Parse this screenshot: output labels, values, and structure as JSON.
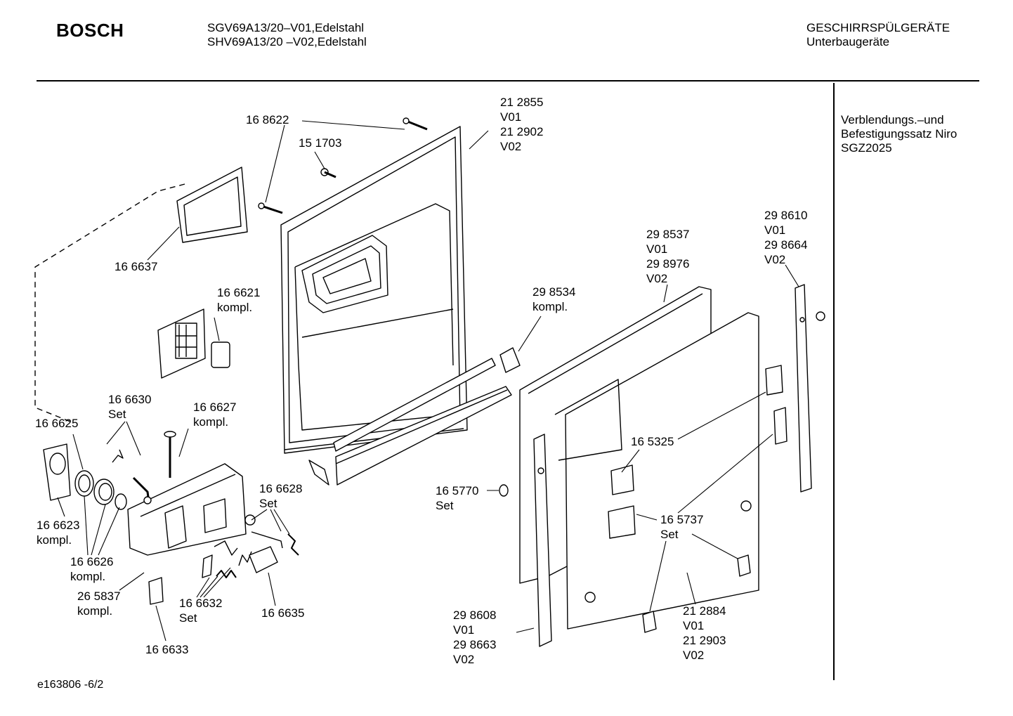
{
  "header": {
    "brand": "BOSCH",
    "models": [
      "SGV69A13/20–V01,Edelstahl",
      "SHV69A13/20 –V02,Edelstahl"
    ],
    "category": [
      "GESCHIRRSPÜLGERÄTE",
      "Unterbaugeräte"
    ]
  },
  "side_note": [
    "Verblendungs.–und",
    "Befestigungssatz Niro",
    "SGZ2025"
  ],
  "footer": {
    "doc_id": "e163806 -6/2"
  },
  "parts": [
    {
      "id": "p168622",
      "lines": [
        "16 8622"
      ]
    },
    {
      "id": "p151703",
      "lines": [
        "15 1703"
      ]
    },
    {
      "id": "p212855",
      "lines": [
        "21 2855",
        "V01",
        "21 2902",
        "V02"
      ]
    },
    {
      "id": "p166637",
      "lines": [
        "16 6637"
      ]
    },
    {
      "id": "p166621",
      "lines": [
        "16 6621",
        "kompl."
      ]
    },
    {
      "id": "p298534",
      "lines": [
        "29 8534",
        "kompl."
      ]
    },
    {
      "id": "p298537",
      "lines": [
        "29 8537",
        "V01",
        "29 8976",
        "V02"
      ]
    },
    {
      "id": "p298610",
      "lines": [
        "29 8610",
        "V01",
        "29 8664",
        "V02"
      ]
    },
    {
      "id": "p166630",
      "lines": [
        "16 6630",
        "Set"
      ]
    },
    {
      "id": "p166627",
      "lines": [
        "16 6627",
        "kompl."
      ]
    },
    {
      "id": "p166625",
      "lines": [
        "16 6625"
      ]
    },
    {
      "id": "p166628",
      "lines": [
        "16 6628",
        "Set"
      ]
    },
    {
      "id": "p165770",
      "lines": [
        "16 5770",
        "Set"
      ]
    },
    {
      "id": "p165325",
      "lines": [
        "16 5325"
      ]
    },
    {
      "id": "p165737",
      "lines": [
        "16 5737",
        "Set"
      ]
    },
    {
      "id": "p166623",
      "lines": [
        "16 6623",
        "kompl."
      ]
    },
    {
      "id": "p166626",
      "lines": [
        "16 6626",
        "kompl."
      ]
    },
    {
      "id": "p265837",
      "lines": [
        "26 5837",
        "kompl."
      ]
    },
    {
      "id": "p166632",
      "lines": [
        "16 6632",
        "Set"
      ]
    },
    {
      "id": "p166635",
      "lines": [
        "16 6635"
      ]
    },
    {
      "id": "p166633",
      "lines": [
        "16 6633"
      ]
    },
    {
      "id": "p298608",
      "lines": [
        "29 8608",
        "V01",
        "29 8663",
        "V02"
      ]
    },
    {
      "id": "p212884",
      "lines": [
        "21 2884",
        "V01",
        "21 2903",
        "V02"
      ]
    }
  ]
}
